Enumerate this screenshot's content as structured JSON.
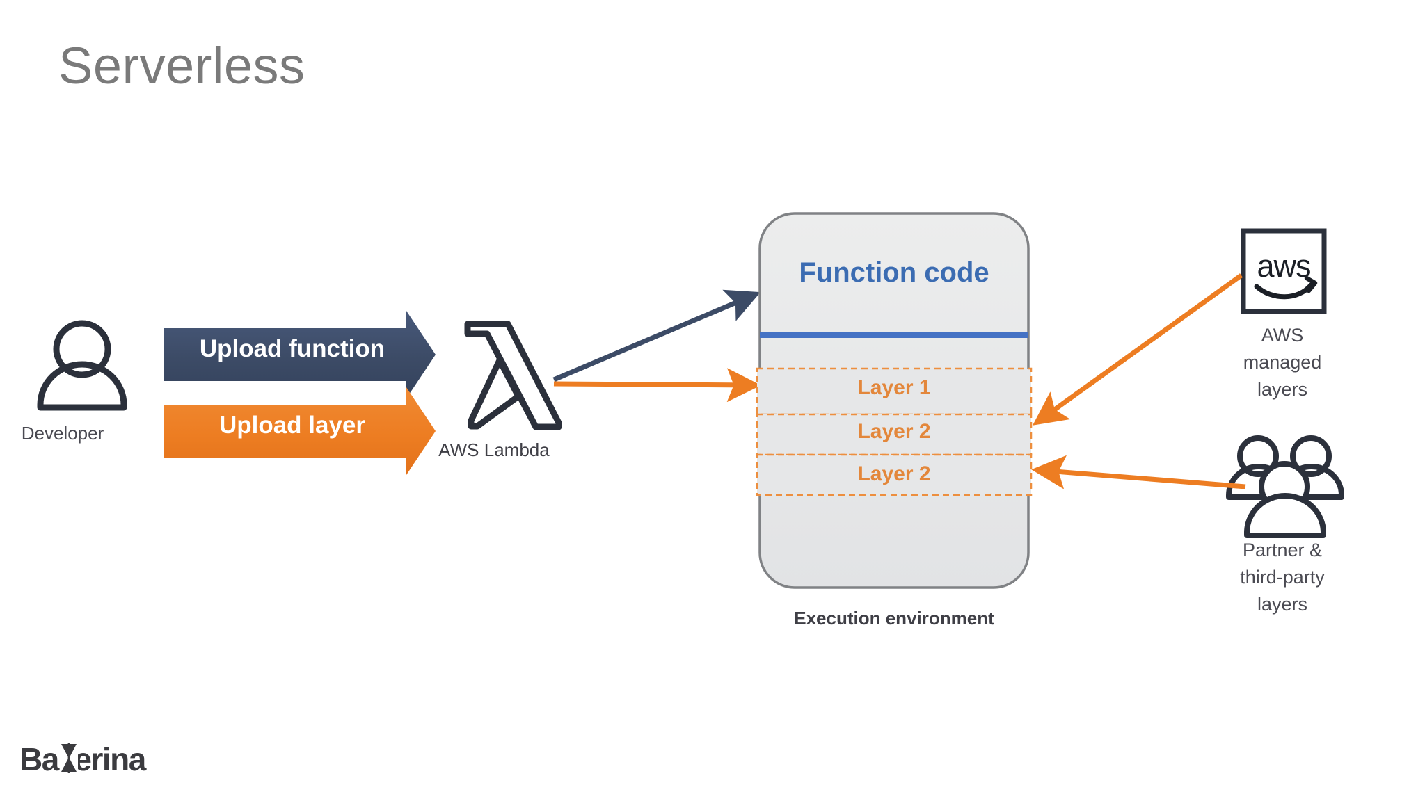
{
  "slide": {
    "title": "Serverless",
    "brand": "Ballerina",
    "background": "#ffffff",
    "title_color": "#7a7a7a"
  },
  "colors": {
    "navy": "#3c4b66",
    "orange": "#ed7d22",
    "blue": "#4472c4",
    "layer_text": "#e3873b",
    "function_code_text": "#3b6cb2",
    "box_fill": "#e6e7e8",
    "box_stroke": "#808285",
    "icon_stroke": "#2b303b"
  },
  "diagram": {
    "actor": {
      "icon": "person-icon",
      "label": "Developer"
    },
    "arrows": [
      {
        "name": "upload-function",
        "label": "Upload function",
        "color": "#3c4b66"
      },
      {
        "name": "upload-layer",
        "label": "Upload layer",
        "color": "#ed7d22"
      }
    ],
    "service": {
      "icon": "aws-lambda-icon",
      "label": "AWS Lambda"
    },
    "execution_environment": {
      "caption": "Execution environment",
      "function_code": "Function code",
      "layers": [
        {
          "label": "Layer 1"
        },
        {
          "label": "Layer 2"
        },
        {
          "label": "Layer 2"
        }
      ]
    },
    "sources": [
      {
        "name": "aws-managed-layers",
        "icon": "aws-logo-icon",
        "logo_text": "aws",
        "caption_lines": [
          "AWS",
          "managed",
          "layers"
        ]
      },
      {
        "name": "partner-third-party-layers",
        "icon": "people-group-icon",
        "caption_lines": [
          "Partner &",
          "third-party",
          "layers"
        ]
      }
    ],
    "connectors": [
      {
        "name": "lambda-to-function-code",
        "color": "#3c4b66"
      },
      {
        "name": "lambda-to-layer-1",
        "color": "#ed7d22"
      },
      {
        "name": "aws-to-layer-2",
        "color": "#ed7d22"
      },
      {
        "name": "partner-to-layer-3",
        "color": "#ed7d22"
      }
    ]
  }
}
